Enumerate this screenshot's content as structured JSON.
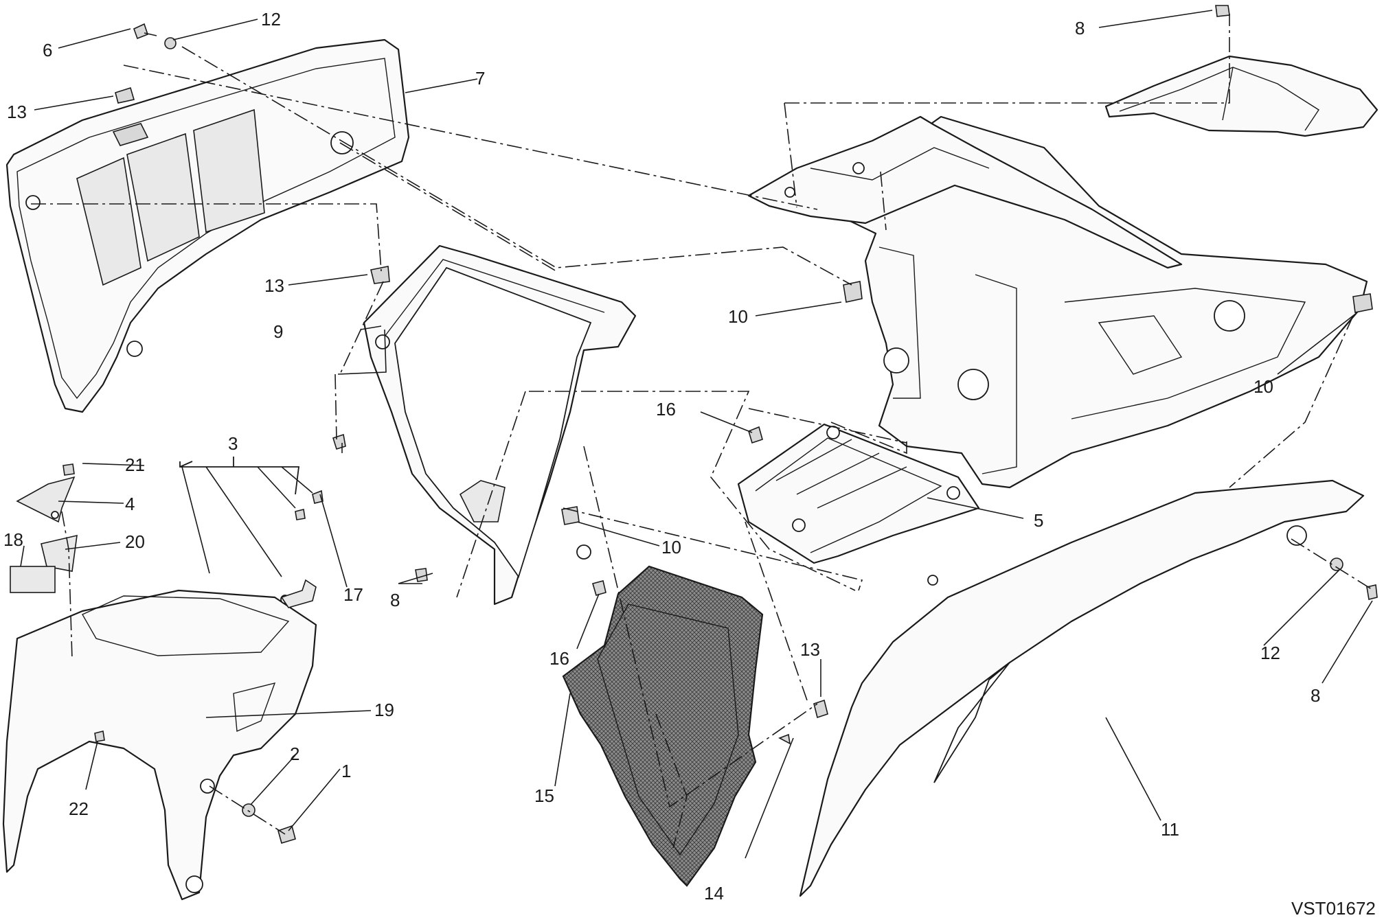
{
  "drawing_code": "VST01672",
  "callouts": {
    "c1": "1",
    "c2": "2",
    "c3": "3",
    "c4": "4",
    "c5": "5",
    "c6": "6",
    "c7": "7",
    "c8a": "8",
    "c8b": "8",
    "c8c": "8",
    "c9": "9",
    "c10a": "10",
    "c10b": "10",
    "c10c": "10",
    "c11": "11",
    "c12a": "12",
    "c12b": "12",
    "c13a": "13",
    "c13b": "13",
    "c13c": "13",
    "c14": "14",
    "c15": "15",
    "c16a": "16",
    "c16b": "16",
    "c17": "17",
    "c18": "18",
    "c19": "19",
    "c20": "20",
    "c21": "21",
    "c22": "22"
  },
  "colors": {
    "line": "#1a1a1a",
    "mesh": "#9a9a9a",
    "background": "#ffffff"
  }
}
